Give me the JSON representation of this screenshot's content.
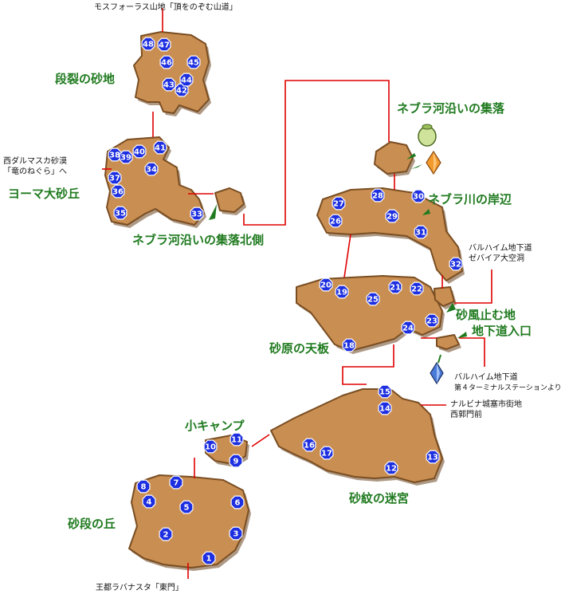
{
  "zones": {
    "dansai": "段裂の砂地",
    "yoma": "ヨーマ大砂丘",
    "kagan_north": "ネブラ河沿いの集落北側",
    "kagan_village": "ネブラ河沿いの集落",
    "nebra_bank": "ネブラ川の岸辺",
    "sunahara": "砂原の天板",
    "sunakaze": "砂風止む地",
    "underground": "地下道入口",
    "small_camp": "小キャンプ",
    "sadan": "砂段の丘",
    "samon": "砂紋の迷宮"
  },
  "notes": {
    "top": "モスフォーラス山地「頂をのぞむ山道」",
    "west_line1": "西ダルマスカ砂漠",
    "west_line2": "「竜のねぐら」へ",
    "barheim_a_line1": "バルハイム地下道",
    "barheim_a_line2": "ゼバイア大空洞",
    "barheim_b_line1": "バルハイム地下道",
    "barheim_b_line2": "第４ターミナルステーションより",
    "nalbina_line1": "ナルビナ城塞市街地",
    "nalbina_line2": "西郭門前",
    "bottom": "王都ラバナスタ「東門」"
  },
  "markers": [
    "1",
    "2",
    "3",
    "4",
    "5",
    "6",
    "7",
    "8",
    "9",
    "10",
    "11",
    "12",
    "13",
    "14",
    "15",
    "16",
    "17",
    "18",
    "19",
    "20",
    "21",
    "22",
    "23",
    "24",
    "25",
    "26",
    "27",
    "28",
    "29",
    "30",
    "31",
    "32",
    "33",
    "34",
    "35",
    "36",
    "37",
    "38",
    "39",
    "40",
    "41",
    "42",
    "43",
    "44",
    "45",
    "46",
    "47",
    "48"
  ],
  "icons": [
    "urn-icon",
    "orange-save-crystal-icon",
    "blue-teleport-crystal-icon"
  ],
  "colors": {
    "land": "#c98e52",
    "route": "#e00000",
    "marker": "#1d2fe0",
    "zone_text": "#1f7a1f"
  }
}
